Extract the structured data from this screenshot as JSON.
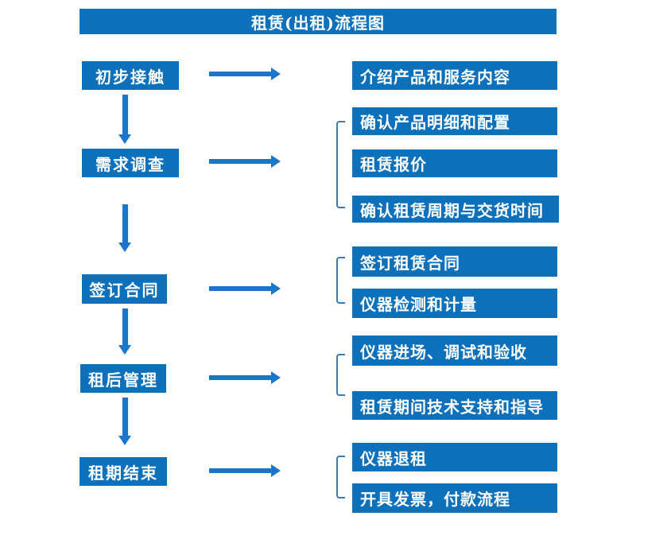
{
  "title": "租赁(出租)流程图",
  "colors": {
    "box": "#0c70ba",
    "arrow": "#1b75c8",
    "bracket": "#3d7ab8",
    "text": "#ffffff",
    "background": "#ffffff"
  },
  "flow": {
    "stages": [
      {
        "label": "初步接触",
        "outputs": [
          "介绍产品和服务内容"
        ]
      },
      {
        "label": "需求调查",
        "outputs": [
          "确认产品明细和配置",
          "租赁报价",
          "确认租赁周期与交货时间"
        ]
      },
      {
        "label": "签订合同",
        "outputs": [
          "签订租赁合同",
          "仪器检测和计量"
        ]
      },
      {
        "label": "租后管理",
        "outputs": [
          "仪器进场、调试和验收",
          "租赁期间技术支持和指导"
        ]
      },
      {
        "label": "租期结束",
        "outputs": [
          "仪器退租",
          "开具发票，付款流程"
        ]
      }
    ]
  }
}
